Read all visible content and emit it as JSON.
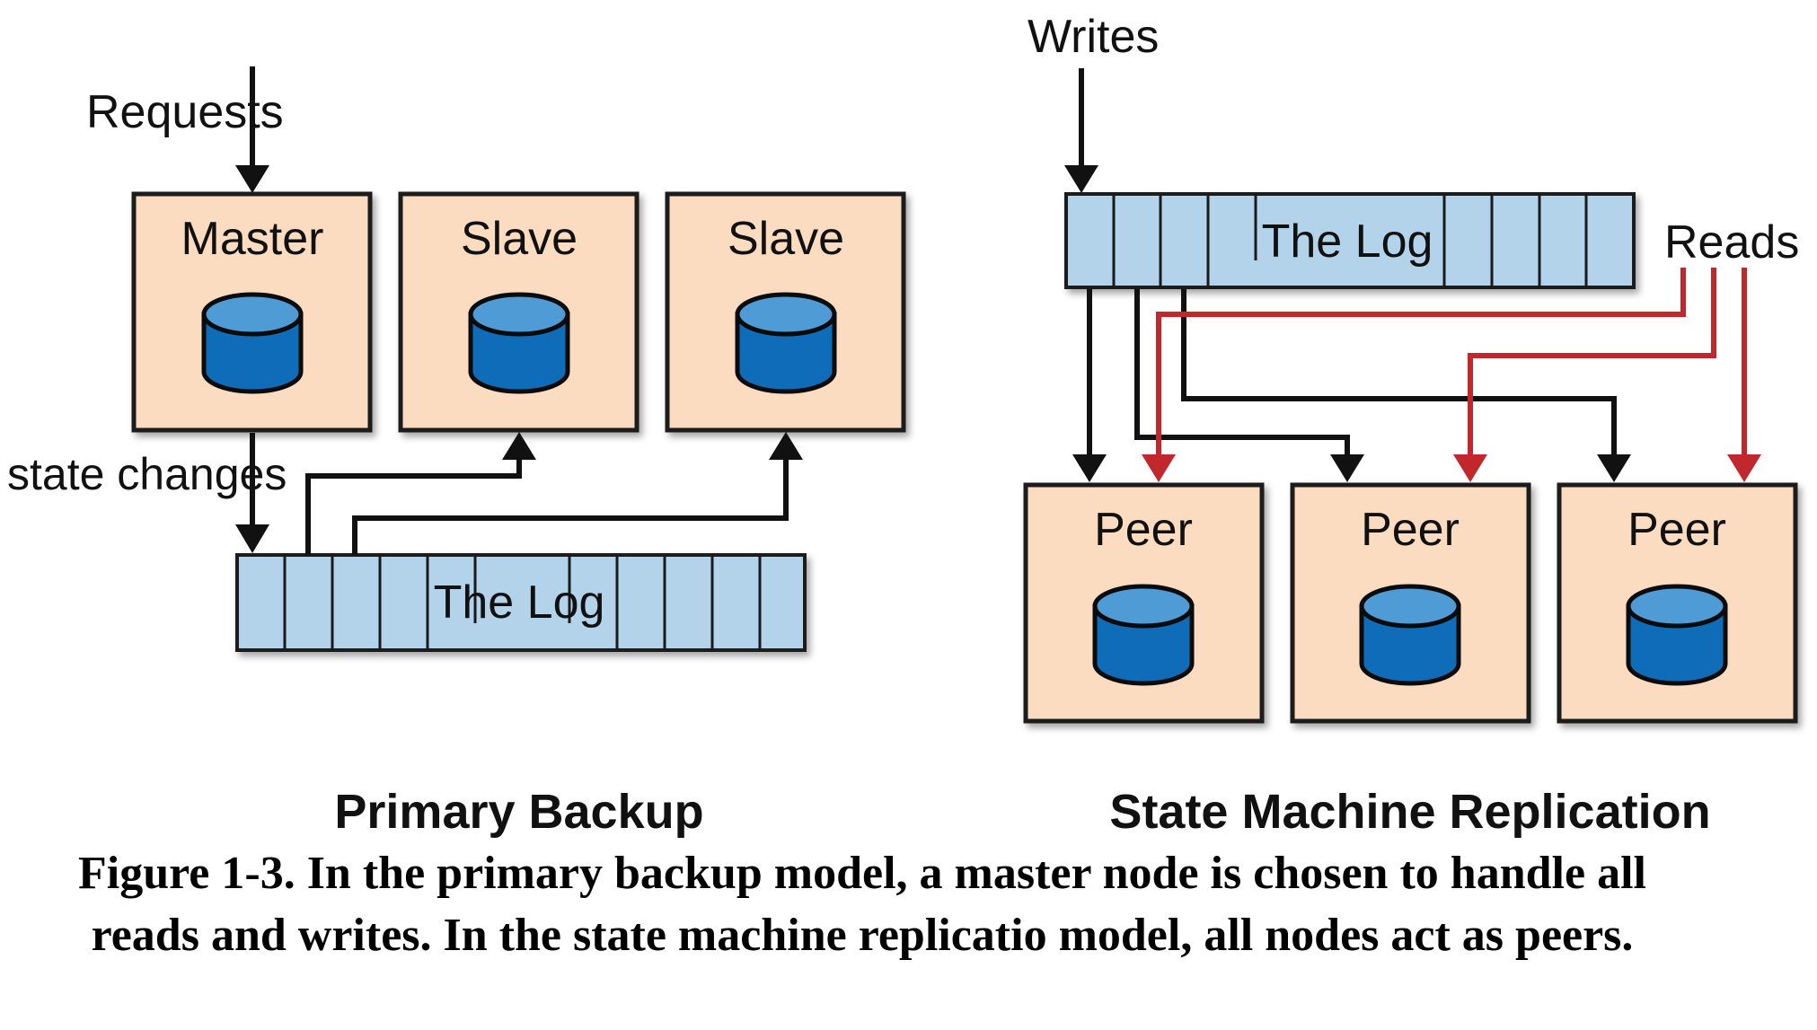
{
  "colors": {
    "box_fill": "#fbdcc0",
    "box_stroke": "#1a1a1a",
    "log_fill": "#b3d3ea",
    "cylinder_dark": "#0f6cb8",
    "cylinder_light": "#4e9bd6",
    "write_arrow": "#111111",
    "read_arrow": "#c0282e"
  },
  "primary_backup": {
    "heading": "Primary Backup",
    "requests_label": "Requests",
    "state_changes_label": "state changes",
    "master_label": "Master",
    "slave_labels": [
      "Slave",
      "Slave"
    ],
    "log_label": "The Log"
  },
  "state_machine": {
    "heading": "State Machine Replication",
    "writes_label": "Writes",
    "reads_label": "Reads",
    "log_label": "The Log",
    "peer_labels": [
      "Peer",
      "Peer",
      "Peer"
    ]
  },
  "caption": "Figure 1-3. In the primary backup model, a master node is chosen to handle all reads and writes. In the state machine replicatio model, all nodes act as peers."
}
